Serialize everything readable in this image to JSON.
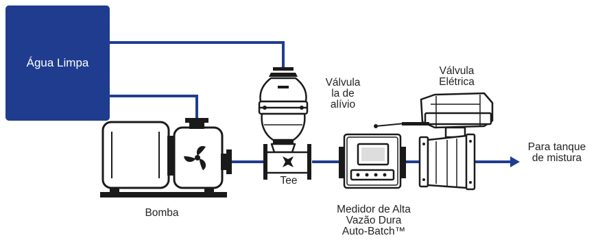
{
  "colors": {
    "tank": "#1f3c8f",
    "pipe": "#1f3c8f",
    "equipment": "#1a1a1a",
    "label_text": "#222222"
  },
  "tank": {
    "label": "Água Limpa"
  },
  "pump": {
    "label": "Bomba",
    "icon": "fan-impeller-icon"
  },
  "tee": {
    "label": "Tee"
  },
  "relief_valve": {
    "lines": [
      "Válvula",
      "la de",
      "alívio"
    ]
  },
  "electric_valve": {
    "lines": [
      "Válvula",
      "Elétrica"
    ]
  },
  "meter": {
    "lines": [
      "Medidor de Alta",
      "Vazão Dura",
      "Auto-Batch™"
    ]
  },
  "outlet": {
    "lines": [
      "Para tanque",
      "de mistura"
    ]
  }
}
